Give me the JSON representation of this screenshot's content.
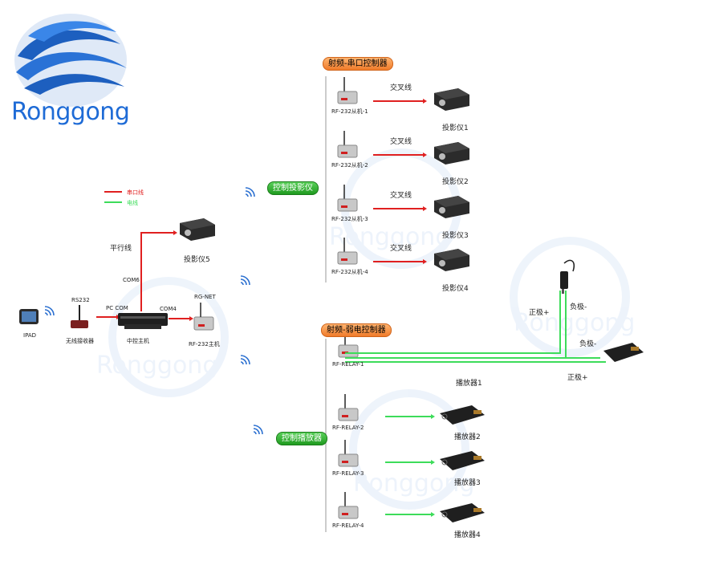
{
  "logo": {
    "text": "Ronggong",
    "icon": "wave-logo-icon"
  },
  "legend": {
    "serial_label": "串口线",
    "power_label": "电线",
    "serial_color": "#e02020",
    "power_color": "#3ddc5a"
  },
  "left": {
    "ipad": "IPAD",
    "rs232": "RS232",
    "receiver": "无线接收器",
    "pc_com": "PC COM",
    "com6": "COM6",
    "com4": "COM4",
    "central_host": "中控主机",
    "rgnet": "RG-NET",
    "rf232_host": "RF-232主机",
    "parallel_line": "平行线",
    "projector5": "投影仪5"
  },
  "groups": {
    "serial_title": "射频-串口控制器",
    "relay_title": "射频-弱电控制器",
    "control_projector": "控制投影仪",
    "control_player": "控制播放器"
  },
  "projector_rows": [
    {
      "device": "RF-232从机-1",
      "line": "交叉线",
      "target": "投影仪1"
    },
    {
      "device": "RF-232从机-2",
      "line": "交叉线",
      "target": "投影仪2"
    },
    {
      "device": "RF-232从机-3",
      "line": "交叉线",
      "target": "投影仪3"
    },
    {
      "device": "RF-232从机-4",
      "line": "交叉线",
      "target": "投影仪4"
    }
  ],
  "relay_rows": [
    {
      "device": "RF-RELAY-1",
      "target": "播放器1"
    },
    {
      "device": "RF-RELAY-2",
      "target": "播放器2"
    },
    {
      "device": "RF-RELAY-3",
      "target": "播放器3"
    },
    {
      "device": "RF-RELAY-4",
      "target": "播放器4"
    }
  ],
  "power": {
    "positive_a": "正极+",
    "negative_a": "负极-",
    "negative_b": "负极-",
    "positive_b": "正极+"
  },
  "watermark": "Ronggong"
}
